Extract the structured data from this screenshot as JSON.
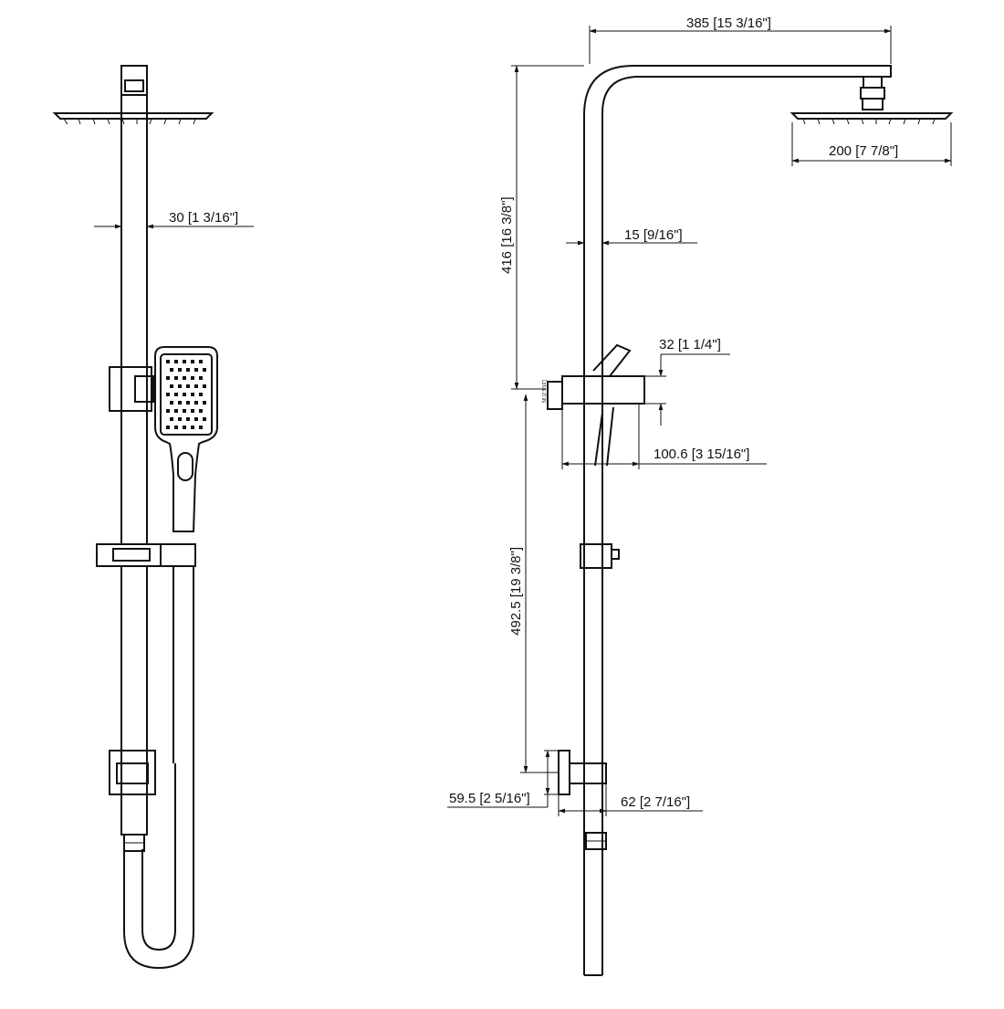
{
  "front_view": {
    "dimensions": {
      "riser_width": "30 [1 3/16\"]"
    }
  },
  "side_view": {
    "dimensions": {
      "arm_length": "385 [15 3/16\"]",
      "head_diameter": "200 [7 7/8\"]",
      "riser_diameter": "15 [9/16\"]",
      "upper_height": "416 [16 3/8\"]",
      "holder_height": "32 [1 1/4\"]",
      "holder_depth": "100.6 [3 15/16\"]",
      "bracket_small": "58 [2 5/16\"]",
      "rail_length": "492.5 [19 3/8\"]",
      "bottom_bracket_height": "59.5 [2 5/16\"]",
      "bottom_bracket_depth": "62 [2 7/16\"]"
    }
  }
}
